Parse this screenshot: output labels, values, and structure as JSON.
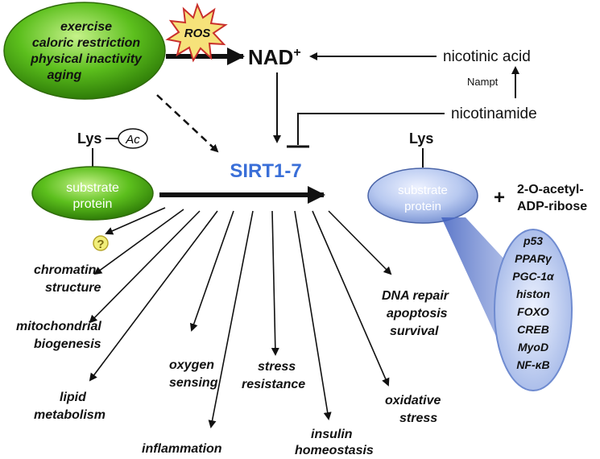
{
  "stimuli": {
    "lines": [
      "exercise",
      "caloric restriction",
      "physical inactivity",
      "aging"
    ]
  },
  "ros": "ROS",
  "nad": {
    "base": "NAD",
    "sup": "+"
  },
  "nicotinic_acid": "nicotinic acid",
  "nampt": "Nampt",
  "nicotinamide": "nicotinamide",
  "sirt": "SIRT1-7",
  "left_substrate": {
    "lys": "Lys",
    "ac": "Ac",
    "label_line1": "substrate",
    "label_line2": "protein"
  },
  "right_substrate": {
    "lys": "Lys",
    "label_line1": "substrate",
    "label_line2": "protein"
  },
  "plus": "+",
  "byproduct": {
    "line1": "2-O-acetyl-",
    "line2": "ADP-ribose"
  },
  "question_mark": "?",
  "targets": [
    "p53",
    "PPARγ",
    "PGC-1α",
    "histon",
    "FOXO",
    "CREB",
    "MyoD",
    "NF-κB"
  ],
  "effects": {
    "chromatin": [
      "chromatin",
      "structure"
    ],
    "mito": [
      "mitochondrial",
      "biogenesis"
    ],
    "lipid": [
      "lipid",
      "metabolism"
    ],
    "oxygen": [
      "oxygen",
      "sensing"
    ],
    "inflammation": [
      "inflammation"
    ],
    "stress_res": [
      "stress",
      "resistance"
    ],
    "insulin": [
      "insulin",
      "homeostasis"
    ],
    "oxidative": [
      "oxidative",
      "stress"
    ],
    "dna": [
      "DNA repair",
      "apoptosis",
      "survival"
    ]
  },
  "colors": {
    "green": "#5cbf1d",
    "blue_sirt": "#3a6fd8",
    "blue_oval": "#b8c9f0",
    "ros_star": "#f6e27a"
  }
}
